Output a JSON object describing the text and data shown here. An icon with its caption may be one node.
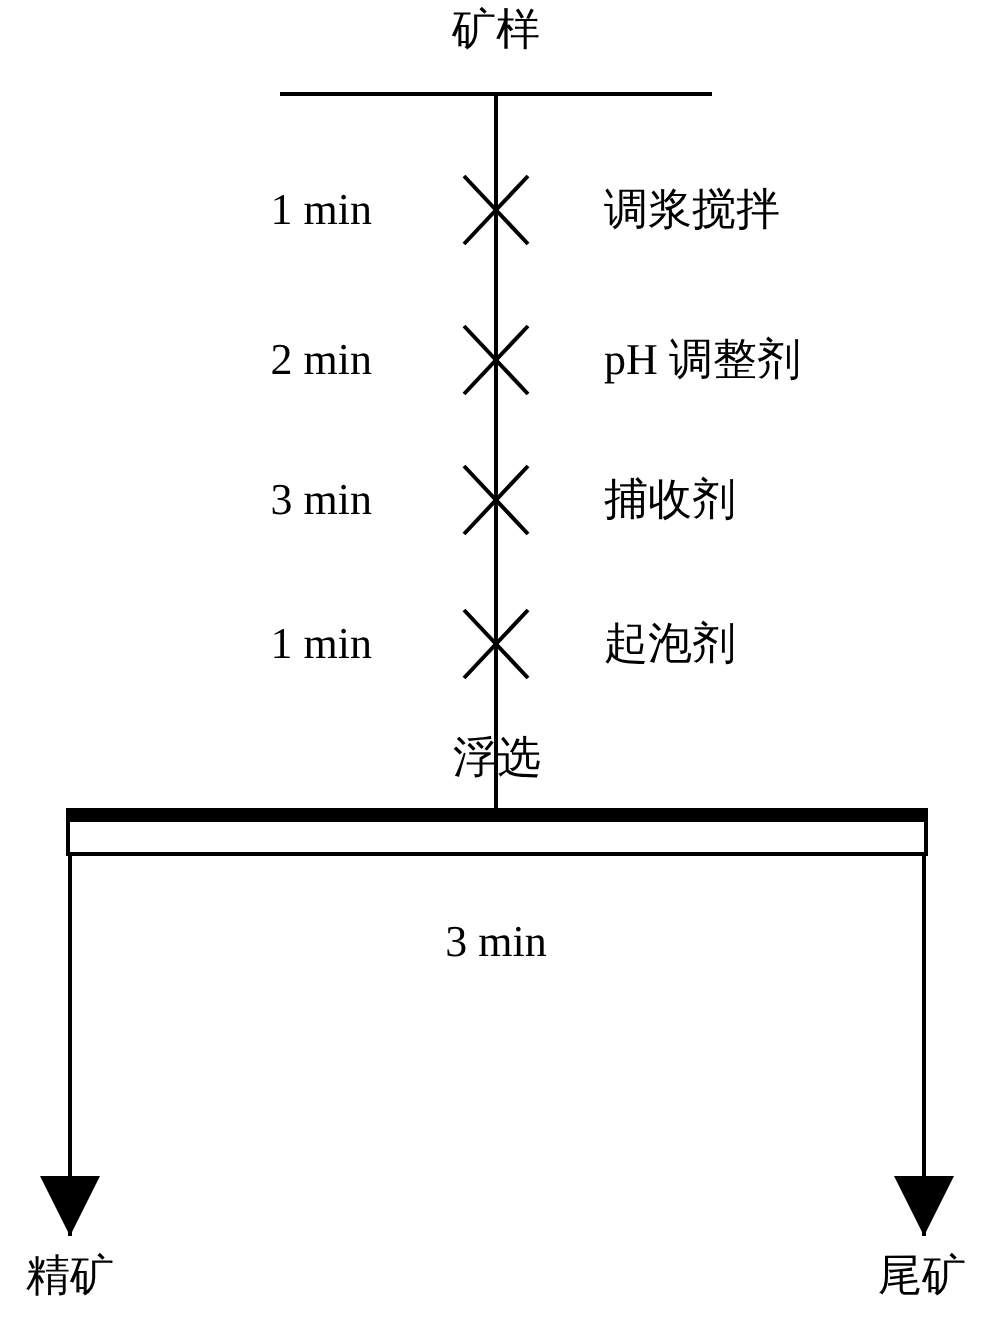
{
  "diagram": {
    "nodes": [
      {
        "text": [
          "矿样"
        ]
      },
      {
        "text": [
          "浮选"
        ],
        "beside": [
          "3 min"
        ]
      },
      {
        "text": [
          "精矿"
        ]
      },
      {
        "text": [
          "尾矿"
        ]
      }
    ],
    "edges": [
      {
        "from": 0,
        "to": 1,
        "arrow": "none"
      },
      {
        "from": 1,
        "to": 2,
        "arrow": "to"
      },
      {
        "from": 1,
        "to": 3,
        "arrow": "to"
      }
    ],
    "labels": [
      "1 min",
      "调浆搅拌",
      "2 min",
      "pH 调整剂",
      "3 min",
      "捕收剂",
      "1 min",
      "起泡剂"
    ]
  }
}
